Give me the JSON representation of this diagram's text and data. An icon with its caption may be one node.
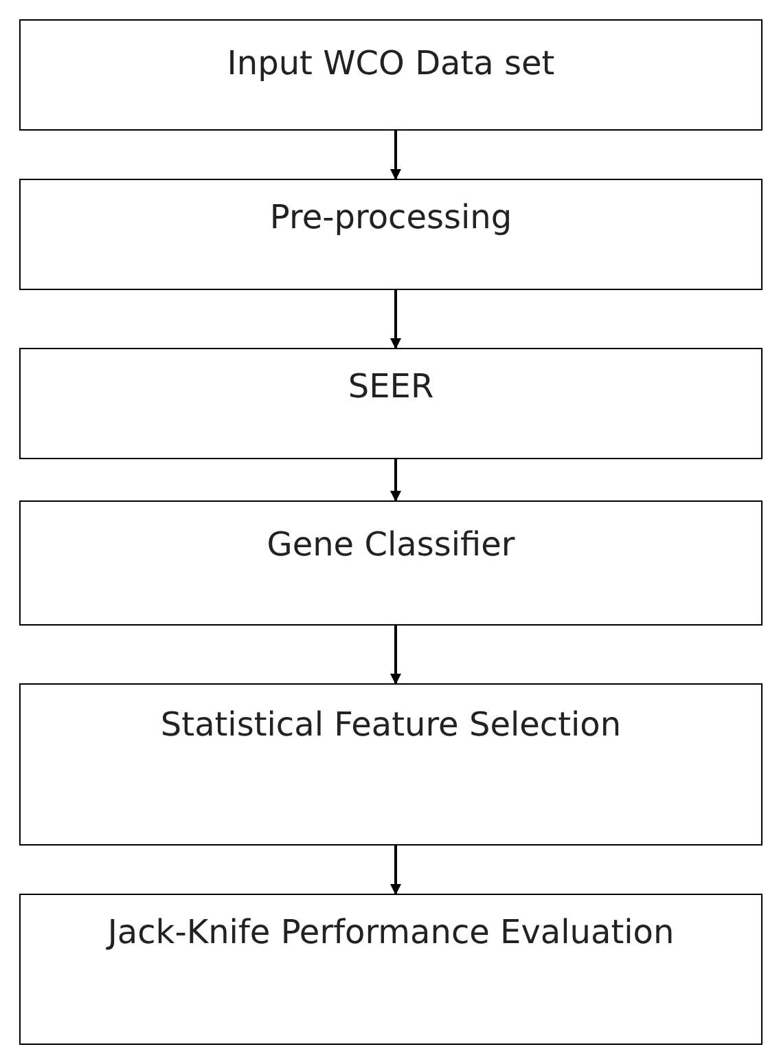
{
  "diagram": {
    "nodes": [
      {
        "text": [
          "Input WCO Data set"
        ]
      },
      {
        "text": [
          "Pre-processing"
        ]
      },
      {
        "text": [
          "SEER"
        ]
      },
      {
        "text": [
          "Gene Classifier"
        ]
      },
      {
        "text": [
          "Statistical Feature Selection"
        ]
      },
      {
        "text": [
          "Jack-Knife Performance Evaluation"
        ]
      }
    ],
    "edges": [
      {
        "from": 0,
        "to": 1,
        "arrow": "to"
      },
      {
        "from": 1,
        "to": 2,
        "arrow": "to"
      },
      {
        "from": 2,
        "to": 3,
        "arrow": "to"
      },
      {
        "from": 3,
        "to": 4,
        "arrow": "to"
      },
      {
        "from": 4,
        "to": 5,
        "arrow": "to"
      }
    ]
  }
}
